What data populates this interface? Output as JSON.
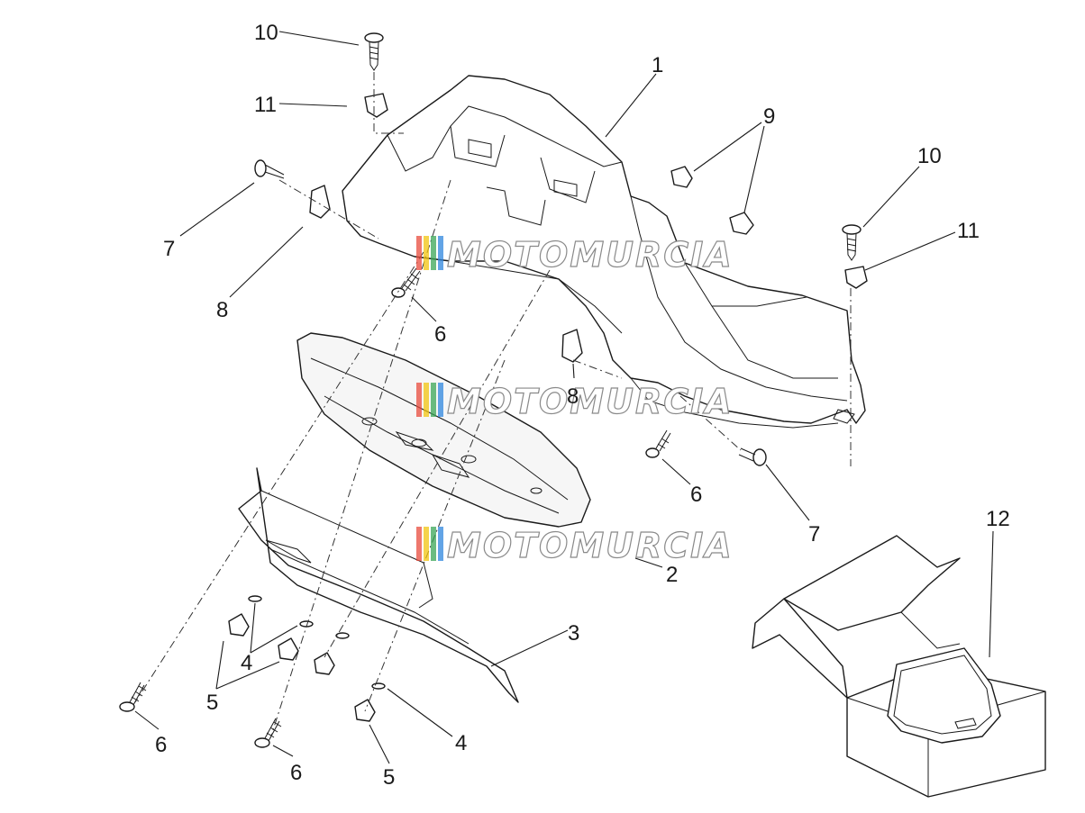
{
  "diagram": {
    "callouts": [
      {
        "id": "c10a",
        "text": "10"
      },
      {
        "id": "c11a",
        "text": "11"
      },
      {
        "id": "c1",
        "text": "1"
      },
      {
        "id": "c9",
        "text": "9"
      },
      {
        "id": "c10b",
        "text": "10"
      },
      {
        "id": "c11b",
        "text": "11"
      },
      {
        "id": "c7a",
        "text": "7"
      },
      {
        "id": "c8a",
        "text": "8"
      },
      {
        "id": "c6a",
        "text": "6"
      },
      {
        "id": "c8b",
        "text": "8"
      },
      {
        "id": "c6b",
        "text": "6"
      },
      {
        "id": "c7b",
        "text": "7"
      },
      {
        "id": "c12",
        "text": "12"
      },
      {
        "id": "c2",
        "text": "2"
      },
      {
        "id": "c3",
        "text": "3"
      },
      {
        "id": "c4a",
        "text": "4"
      },
      {
        "id": "c5a",
        "text": "5"
      },
      {
        "id": "c6c",
        "text": "6"
      },
      {
        "id": "c6d",
        "text": "6"
      },
      {
        "id": "c5b",
        "text": "5"
      },
      {
        "id": "c4b",
        "text": "4"
      }
    ],
    "watermark": "MOTOMURCIA",
    "watermark_colors": [
      "#e84b3c",
      "#f1c40f",
      "#3aa655",
      "#2e86de"
    ]
  }
}
